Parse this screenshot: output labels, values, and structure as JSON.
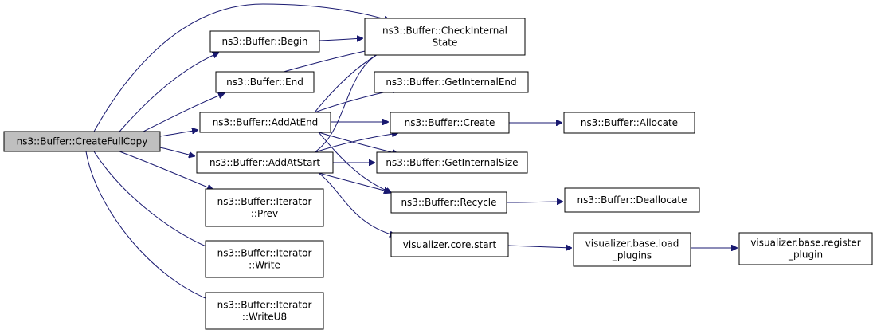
{
  "nodes": [
    {
      "id": "n_createfullcopy",
      "lines": [
        "ns3::Buffer::CreateFullCopy"
      ],
      "root": true,
      "clickable": false
    },
    {
      "id": "n_checkinternalstate",
      "lines": [
        "ns3::Buffer::CheckInternal",
        "State"
      ],
      "clickable": true
    },
    {
      "id": "n_begin",
      "lines": [
        "ns3::Buffer::Begin"
      ],
      "clickable": true
    },
    {
      "id": "n_end",
      "lines": [
        "ns3::Buffer::End"
      ],
      "clickable": true
    },
    {
      "id": "n_getinternalend",
      "lines": [
        "ns3::Buffer::GetInternalEnd"
      ],
      "clickable": true
    },
    {
      "id": "n_addatend",
      "lines": [
        "ns3::Buffer::AddAtEnd"
      ],
      "clickable": true
    },
    {
      "id": "n_create",
      "lines": [
        "ns3::Buffer::Create"
      ],
      "clickable": true
    },
    {
      "id": "n_allocate",
      "lines": [
        "ns3::Buffer::Allocate"
      ],
      "clickable": true
    },
    {
      "id": "n_addatstart",
      "lines": [
        "ns3::Buffer::AddAtStart"
      ],
      "clickable": true
    },
    {
      "id": "n_getinternalsize",
      "lines": [
        "ns3::Buffer::GetInternalSize"
      ],
      "clickable": true
    },
    {
      "id": "n_recycle",
      "lines": [
        "ns3::Buffer::Recycle"
      ],
      "clickable": true
    },
    {
      "id": "n_deallocate",
      "lines": [
        "ns3::Buffer::Deallocate"
      ],
      "clickable": true
    },
    {
      "id": "n_iterator_prev",
      "lines": [
        "ns3::Buffer::Iterator",
        "::Prev"
      ],
      "clickable": true
    },
    {
      "id": "n_visualizer_core_start",
      "lines": [
        "visualizer.core.start"
      ],
      "clickable": true
    },
    {
      "id": "n_visualizer_base_load_plugins",
      "lines": [
        "visualizer.base.load",
        "_plugins"
      ],
      "clickable": true
    },
    {
      "id": "n_visualizer_base_register_plugin",
      "lines": [
        "visualizer.base.register",
        "_plugin"
      ],
      "clickable": true
    },
    {
      "id": "n_iterator_write",
      "lines": [
        "ns3::Buffer::Iterator",
        "::Write"
      ],
      "clickable": true
    },
    {
      "id": "n_iterator_writeu8",
      "lines": [
        "ns3::Buffer::Iterator",
        "::WriteU8"
      ],
      "clickable": true
    }
  ],
  "edges": [
    [
      "n_createfullcopy",
      "n_checkinternalstate"
    ],
    [
      "n_createfullcopy",
      "n_begin"
    ],
    [
      "n_createfullcopy",
      "n_end"
    ],
    [
      "n_createfullcopy",
      "n_addatend"
    ],
    [
      "n_createfullcopy",
      "n_addatstart"
    ],
    [
      "n_createfullcopy",
      "n_iterator_prev"
    ],
    [
      "n_createfullcopy",
      "n_iterator_write"
    ],
    [
      "n_createfullcopy",
      "n_iterator_writeu8"
    ],
    [
      "n_begin",
      "n_checkinternalstate"
    ],
    [
      "n_end",
      "n_checkinternalstate"
    ],
    [
      "n_addatend",
      "n_checkinternalstate"
    ],
    [
      "n_addatend",
      "n_getinternalend"
    ],
    [
      "n_addatend",
      "n_create"
    ],
    [
      "n_addatend",
      "n_getinternalsize"
    ],
    [
      "n_addatend",
      "n_recycle"
    ],
    [
      "n_addatstart",
      "n_checkinternalstate"
    ],
    [
      "n_addatstart",
      "n_create"
    ],
    [
      "n_addatstart",
      "n_getinternalsize"
    ],
    [
      "n_addatstart",
      "n_recycle"
    ],
    [
      "n_addatstart",
      "n_visualizer_core_start"
    ],
    [
      "n_create",
      "n_allocate"
    ],
    [
      "n_recycle",
      "n_deallocate"
    ],
    [
      "n_visualizer_core_start",
      "n_visualizer_base_load_plugins"
    ],
    [
      "n_visualizer_base_load_plugins",
      "n_visualizer_base_register_plugin"
    ]
  ],
  "colors": {
    "edge": "#191970",
    "root_fill": "#bfbfbf",
    "node_fill": "#ffffff",
    "node_stroke": "#000000"
  }
}
